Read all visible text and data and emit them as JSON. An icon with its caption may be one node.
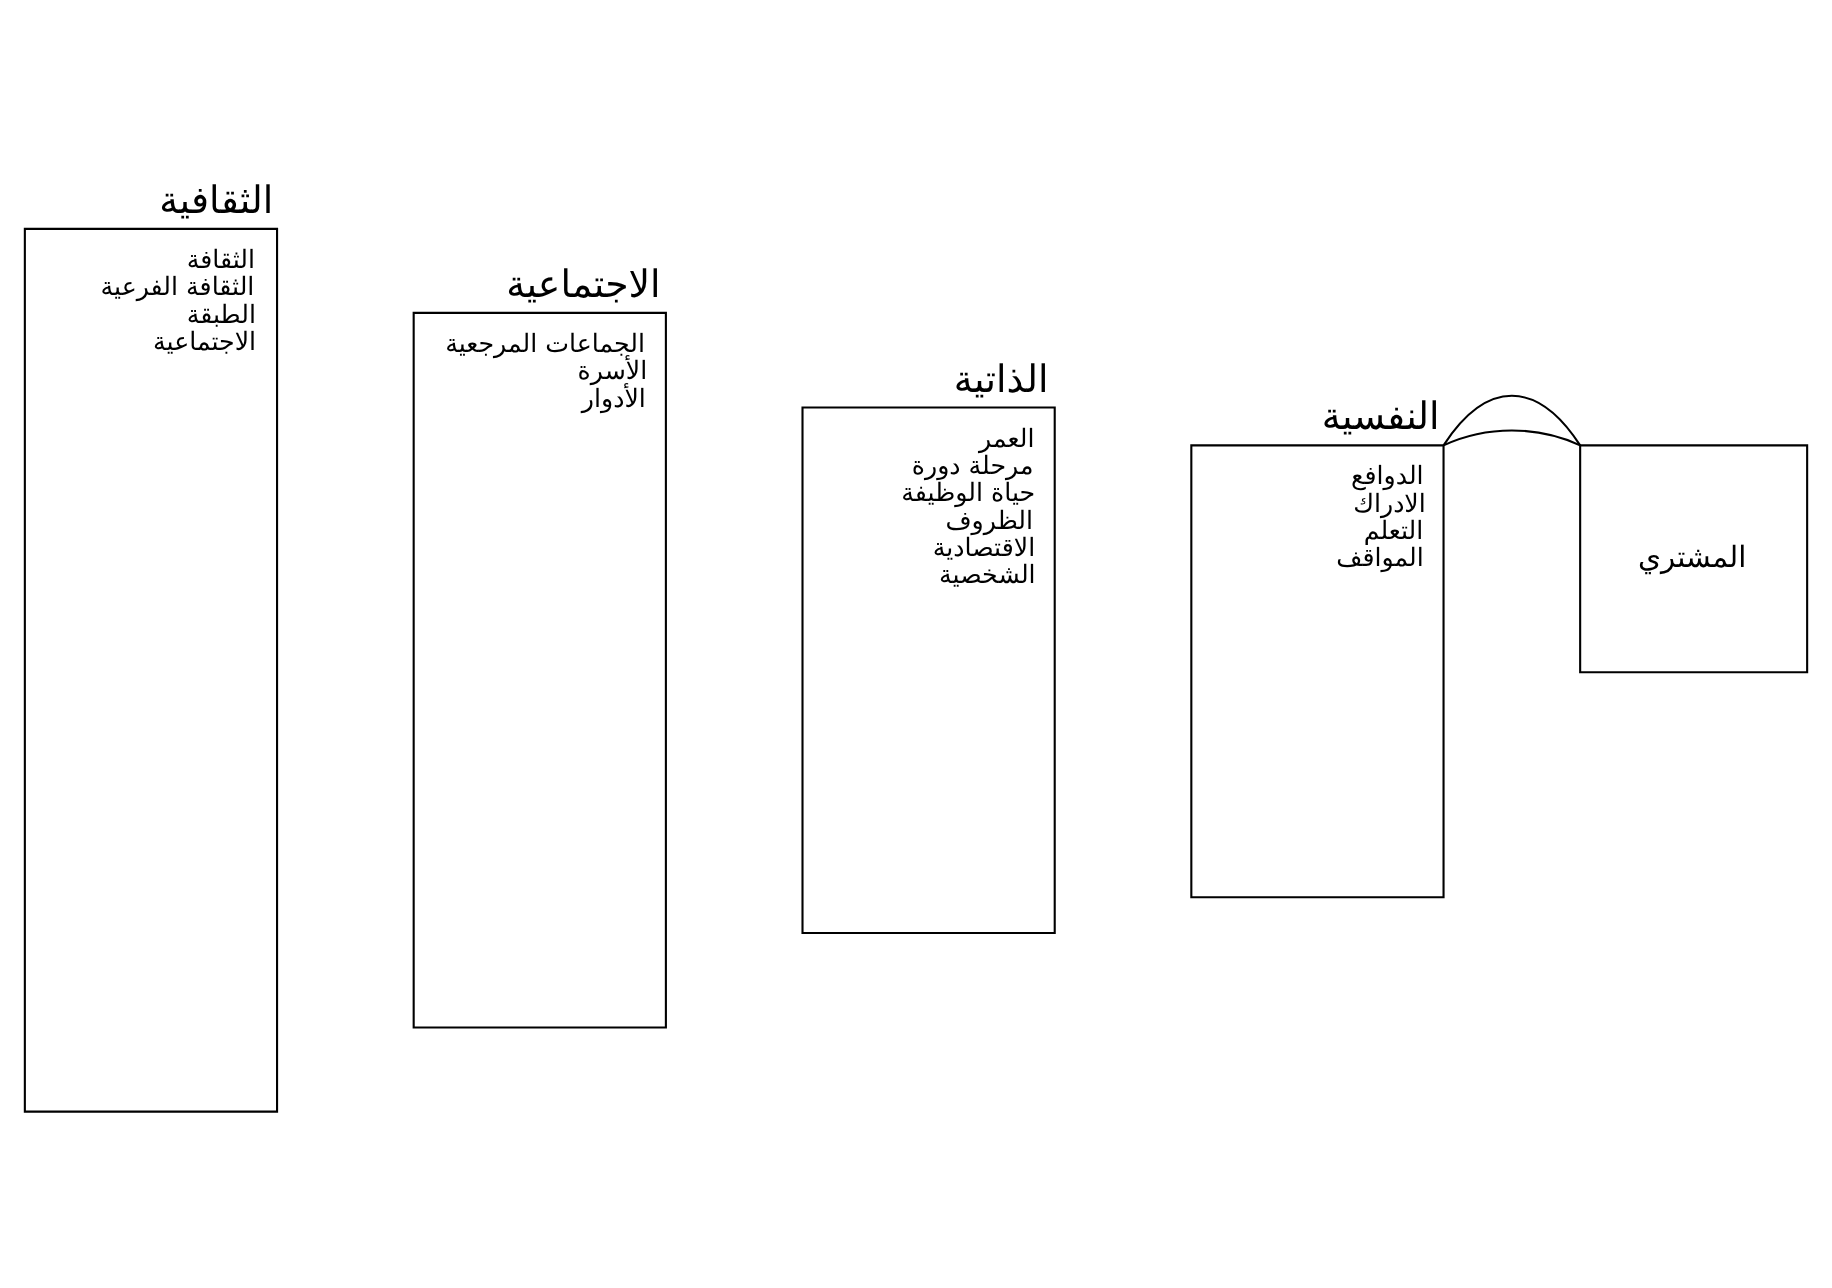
{
  "diagram": {
    "nodes": [
      {
        "text": [
          "الثقافية",
          "الثقافة",
          "الثقافة الفرعية",
          "الطبقة",
          "الاجتماعية"
        ]
      },
      {
        "text": [
          "الاجتماعية",
          "الجماعات المرجعية",
          "الأسرة",
          "الأدوار"
        ]
      },
      {
        "text": [
          "الذاتية",
          "العمر",
          "مرحلة دورة",
          "حياة الوظيفة",
          "الظروف",
          "الاقتصادية",
          "الشخصية"
        ]
      },
      {
        "text": [
          "النفسية",
          "الدوافع",
          "الادراك",
          "التعلم",
          "المواقف"
        ]
      },
      {
        "text": [
          "المشتري"
        ]
      }
    ],
    "edges": [
      {
        "from": 3,
        "to": 4,
        "arrow": "none"
      },
      {
        "from": 3,
        "to": 4,
        "arrow": "none"
      }
    ]
  }
}
